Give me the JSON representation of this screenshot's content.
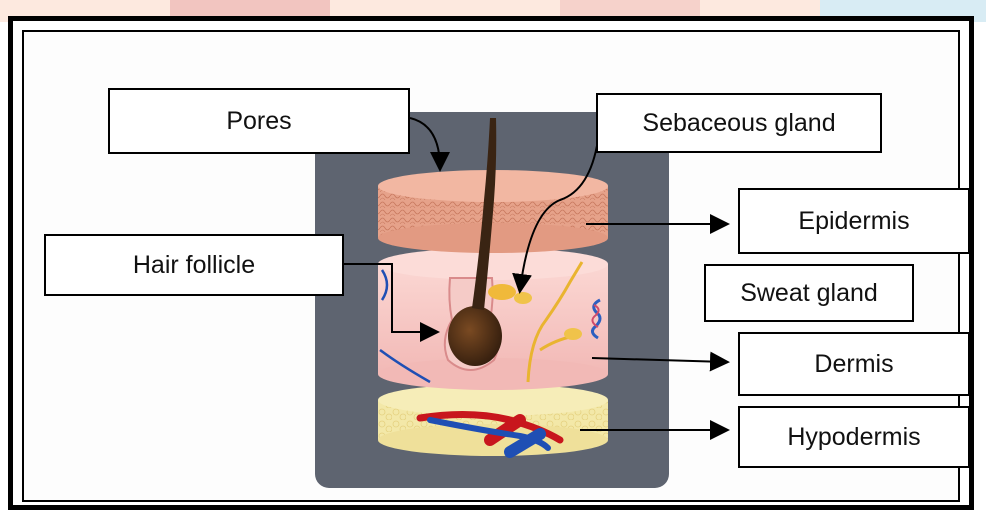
{
  "labels": {
    "pores": "Pores",
    "sebaceous_gland": "Sebaceous gland",
    "epidermis": "Epidermis",
    "hair_follicle": "Hair follicle",
    "sweat_gland": "Sweat gland",
    "dermis": "Dermis",
    "hypodermis": "Hypodermis"
  },
  "colors": {
    "background_card": "#5e6470",
    "epidermis": "#e8a58e",
    "dermis": "#f7c9c4",
    "hypodermis": "#f3e7a6",
    "hair": "#3a2413",
    "gland": "#f0b93a",
    "artery": "#c8161d",
    "vein": "#1f4fb4"
  }
}
